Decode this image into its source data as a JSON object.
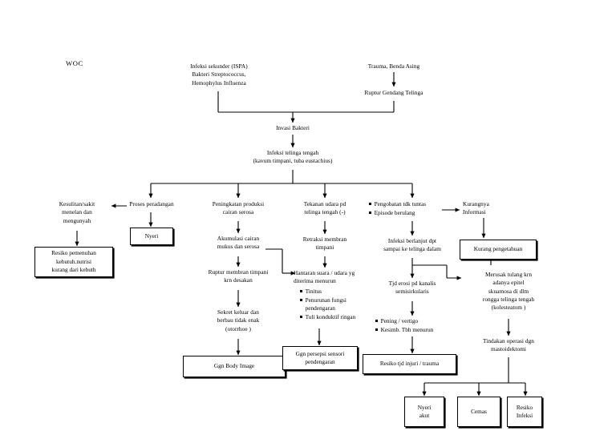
{
  "title": "WOC",
  "nodes": {
    "infeksi_sekunder": "Infeksi sekunder (ISPA)\nBakteri Streptococcus,\nHemophylus Influenza",
    "trauma": "Trauma, Benda Asing",
    "ruptur_gendang": "Ruptur Gendang Telinga",
    "invasi_bakteri": "Invasi Bakteri",
    "infeksi_telinga_tengah": "Infeksi telinga tengah\n(kavum timpani, tuba eustachius)",
    "kesulitan_menelan": "Kesulitan/sakit\nmenelan dan\nmengunyah",
    "proses_peradangan": "Proses peradangan",
    "peningkatan_produksi": "Peningkatan produksi\ncairan serosa",
    "akumulasi_cairan": "Akumulasi cairan\nmukus dan serosa",
    "ruptur_membran": "Ruptur membran timpani\nkrn desakan",
    "sekret_keluar": "Sekret keluar dan\nberbau tidak enak\n(otorrhoe )",
    "tekanan_udara": "Tekanan udara pd\ntelinga tengah (-)",
    "retraksi_membran": "Retraksi membran\ntimpani",
    "hantaran_suara": "Hantaran suara / udara yg\nditerima menurun",
    "kurangnya_informasi": "Kurangnya\nInformasi",
    "infeksi_berlanjut": "Infeksi berlanjut dpt\nsampai ke telinga dalam",
    "tjd_erosi": "Tjd erosi pd kanalis\nsemisirkularis",
    "merusak_tulang": "Merusak tulang krn\nadanya epitel\nskuamosa di dlm\nrongga telinga tengah\n(kolesteatom )",
    "tindakan_operasi": "Tindakan operasi dgn\nmastoidektomi"
  },
  "bullet_lists": {
    "hantaran_suara_items": [
      "Tinitus",
      "Penurunan fungsi\npendengaran",
      "Tuli konduktif ringan"
    ],
    "pengobatan_items": [
      "Pengobatan tdk tuntas",
      "Episode berulang"
    ],
    "vertigo_items": [
      "Pening / vertigo",
      "Kesimb. Tbh menurun"
    ]
  },
  "boxes": {
    "nyeri": "Nyeri",
    "resiko_pemenuhan": "Resiko pemenuhan\nkebutuh.nutrisi\nkurang dari kebuth",
    "ggn_body_image": "Ggn Body Image",
    "ggn_persepsi": "Ggn persepsi sensori\npendengaran",
    "resiko_injuri": "Resiko tjd injuri / trauma",
    "kurang_pengetahuan": "Kurang pengetahuan",
    "nyeri_akut": "Nyeri\nakut",
    "cemas": "Cemas",
    "resiko_infeksi": "Resiko\nInfeksi"
  },
  "colors": {
    "line": "#000000",
    "background": "#ffffff",
    "text": "#000000"
  }
}
